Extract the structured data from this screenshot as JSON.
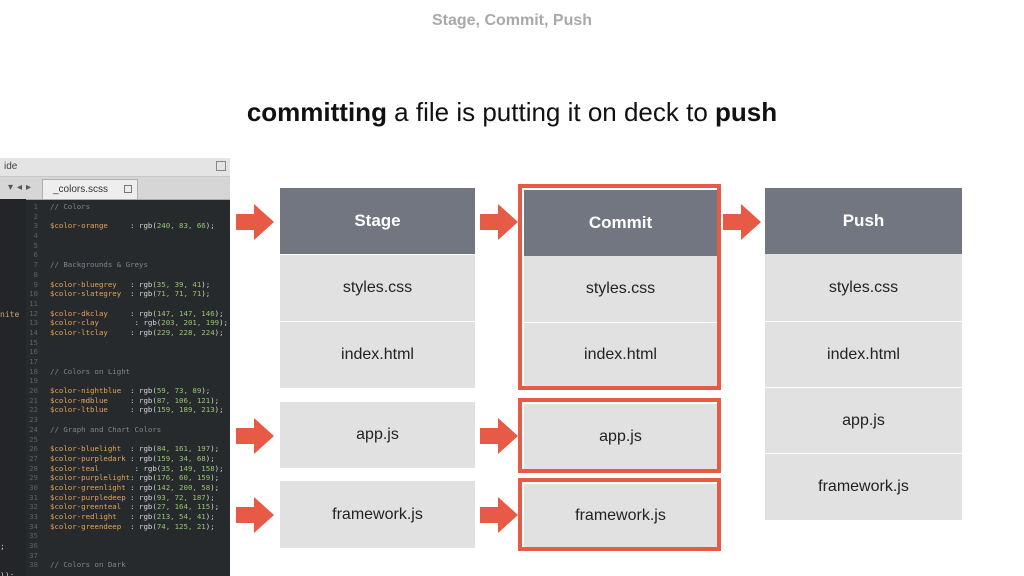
{
  "slide": {
    "title": "Stage, Commit, Push",
    "headline": {
      "bold1": "committing",
      "middle": " a file is putting it on deck to ",
      "bold2": "push"
    }
  },
  "editor": {
    "sidebar_label": "ide",
    "tab_label": "_colors.scss",
    "left_fragments": [
      "nite",
      ";",
      "));"
    ],
    "lines": [
      {
        "n": "1",
        "cm": "// Colors"
      },
      {
        "n": "2"
      },
      {
        "n": "3",
        "v": "$color-orange",
        "r": "     : rgb(",
        "a": "240, 83, 66",
        "e": ");"
      },
      {
        "n": "4"
      },
      {
        "n": "5"
      },
      {
        "n": "6"
      },
      {
        "n": "7",
        "cm": "// Backgrounds & Greys"
      },
      {
        "n": "8"
      },
      {
        "n": "9",
        "v": "$color-bluegrey",
        "r": "   : rgb(",
        "a": "35, 39, 41",
        "e": ");"
      },
      {
        "n": "10",
        "v": "$color-slategrey",
        "r": "  : rgb(",
        "a": "71, 71, 71",
        "e": ");"
      },
      {
        "n": "11"
      },
      {
        "n": "12",
        "v": "$color-dkclay",
        "r": "     : rgb(",
        "a": "147, 147, 146",
        "e": ");"
      },
      {
        "n": "13",
        "v": "$color-clay",
        "r": "        : rgb(",
        "a": "203, 201, 199",
        "e": ");"
      },
      {
        "n": "14",
        "v": "$color-ltclay",
        "r": "     : rgb(",
        "a": "229, 228, 224",
        "e": ");"
      },
      {
        "n": "15"
      },
      {
        "n": "16"
      },
      {
        "n": "17"
      },
      {
        "n": "18",
        "cm": "// Colors on Light"
      },
      {
        "n": "19"
      },
      {
        "n": "20",
        "v": "$color-nightblue",
        "r": "  : rgb(",
        "a": "59, 73, 89",
        "e": ");"
      },
      {
        "n": "21",
        "v": "$color-mdblue",
        "r": "     : rgb(",
        "a": "87, 106, 121",
        "e": ");"
      },
      {
        "n": "22",
        "v": "$color-ltblue",
        "r": "     : rgb(",
        "a": "159, 189, 213",
        "e": ");"
      },
      {
        "n": "23"
      },
      {
        "n": "24",
        "cm": "// Graph and Chart Colors"
      },
      {
        "n": "25"
      },
      {
        "n": "26",
        "v": "$color-bluelight",
        "r": "  : rgb(",
        "a": "84, 161, 197",
        "e": ");"
      },
      {
        "n": "27",
        "v": "$color-purpledark",
        "r": " : rgb(",
        "a": "159, 34, 68",
        "e": ");"
      },
      {
        "n": "28",
        "v": "$color-teal",
        "r": "        : rgb(",
        "a": "35, 149, 158",
        "e": ");"
      },
      {
        "n": "29",
        "v": "$color-purplelight",
        "r": ": rgb(",
        "a": "176, 60, 159",
        "e": ");"
      },
      {
        "n": "30",
        "v": "$color-greenlight",
        "r": " : rgb(",
        "a": "142, 200, 58",
        "e": ");"
      },
      {
        "n": "31",
        "v": "$color-purpledeep",
        "r": " : rgb(",
        "a": "93, 72, 187",
        "e": ");"
      },
      {
        "n": "32",
        "v": "$color-greenteal",
        "r": "  : rgb(",
        "a": "27, 164, 115",
        "e": ");"
      },
      {
        "n": "33",
        "v": "$color-redlight",
        "r": "   : rgb(",
        "a": "213, 54, 41",
        "e": ");"
      },
      {
        "n": "34",
        "v": "$color-greendeep",
        "r": "  : rgb(",
        "a": "74, 125, 21",
        "e": ");"
      },
      {
        "n": "35"
      },
      {
        "n": "36"
      },
      {
        "n": "37"
      },
      {
        "n": "38",
        "cm": "// Colors on Dark"
      }
    ]
  },
  "columns": {
    "stage": {
      "header": "Stage",
      "items": [
        "styles.css",
        "index.html"
      ],
      "extra": [
        "app.js",
        "framework.js"
      ]
    },
    "commit": {
      "header": "Commit",
      "items": [
        "styles.css",
        "index.html"
      ],
      "extra": [
        "app.js",
        "framework.js"
      ]
    },
    "push": {
      "header": "Push",
      "items": [
        "styles.css",
        "index.html",
        "app.js",
        "framework.js"
      ]
    }
  },
  "colors": {
    "accent": "#e65a46",
    "header_bg": "#717680",
    "cell_bg": "#e1e1e1",
    "editor_bg": "#272a2d"
  }
}
